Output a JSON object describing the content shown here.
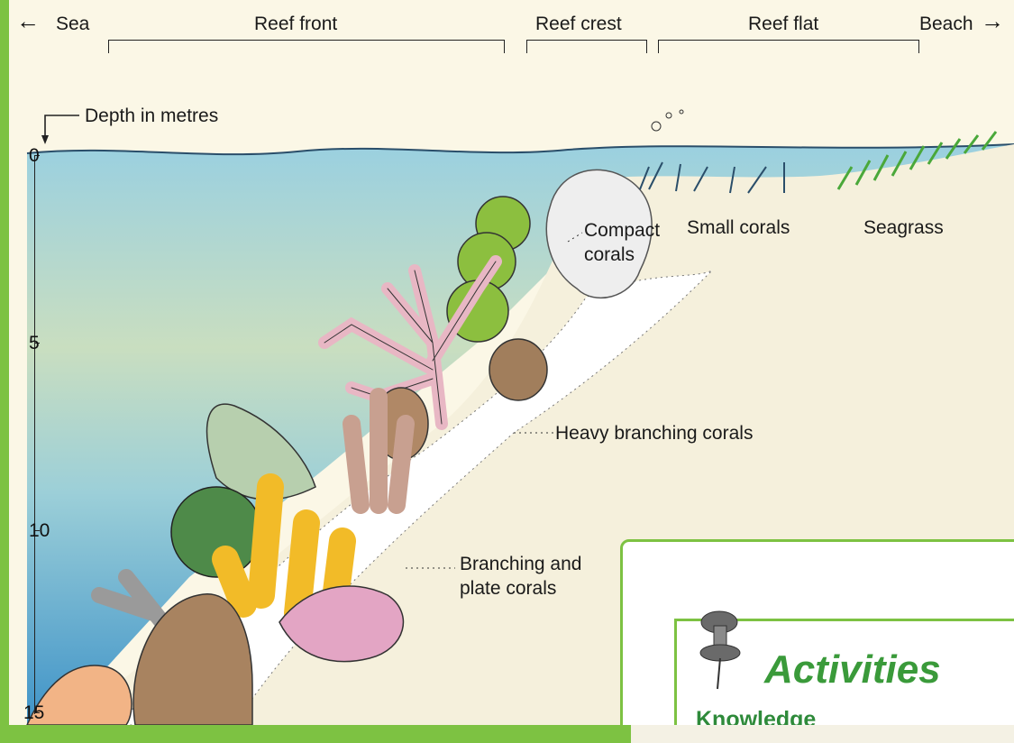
{
  "zones": {
    "sea": "Sea",
    "reef_front": "Reef front",
    "reef_crest": "Reef crest",
    "reef_flat": "Reef flat",
    "beach": "Beach"
  },
  "depth": {
    "title": "Depth in metres",
    "ticks": [
      "0",
      "5",
      "10",
      "15"
    ]
  },
  "callouts": {
    "compact_corals": "Compact\ncorals",
    "small_corals": "Small corals",
    "seagrass": "Seagrass",
    "heavy_branching": "Heavy branching corals",
    "branching_plate": "Branching and\nplate corals"
  },
  "activities": {
    "title": "Activities",
    "subtitle": "Knowledge"
  },
  "colors": {
    "frame_green": "#7dc242",
    "sea_top": "#8fc9dc",
    "sea_bottom": "#3f93c8",
    "activities_green": "#3a9a3a"
  },
  "icons": [
    "arrow-left-icon",
    "arrow-right-icon",
    "pushpin-icon"
  ]
}
